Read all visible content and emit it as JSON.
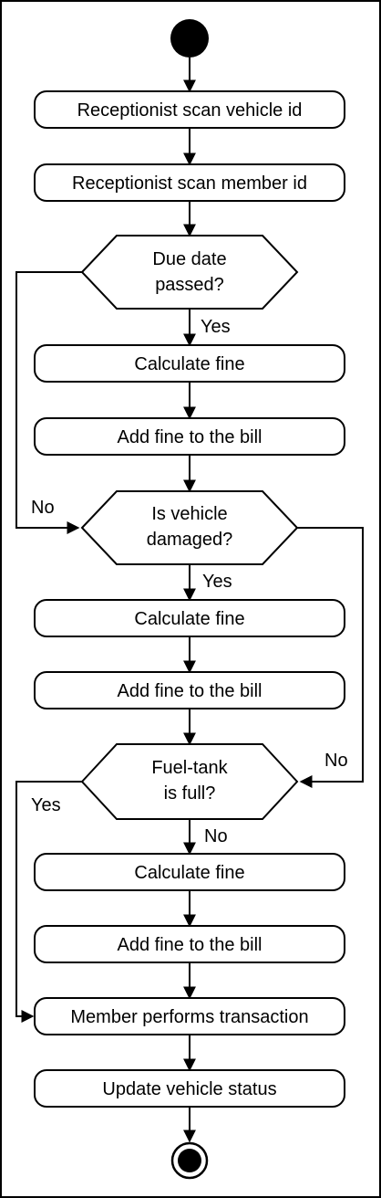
{
  "diagram": {
    "nodes": {
      "scan_vehicle": "Receptionist scan vehicle id",
      "scan_member": "Receptionist scan member id",
      "due_date_q": [
        "Due date",
        "passed?"
      ],
      "calc_fine_1": "Calculate fine",
      "add_fine_1": "Add fine to the bill",
      "damaged_q": [
        "Is vehicle",
        "damaged?"
      ],
      "calc_fine_2": "Calculate fine",
      "add_fine_2": "Add fine to the bill",
      "fuel_q": [
        "Fuel-tank",
        "is full?"
      ],
      "calc_fine_3": "Calculate fine",
      "add_fine_3": "Add fine to the bill",
      "transaction": "Member performs transaction",
      "update_status": "Update vehicle status"
    },
    "edge_labels": {
      "due_yes": "Yes",
      "due_no": "No",
      "damaged_yes": "Yes",
      "damaged_no": "No",
      "fuel_yes": "Yes",
      "fuel_no": "No"
    }
  }
}
